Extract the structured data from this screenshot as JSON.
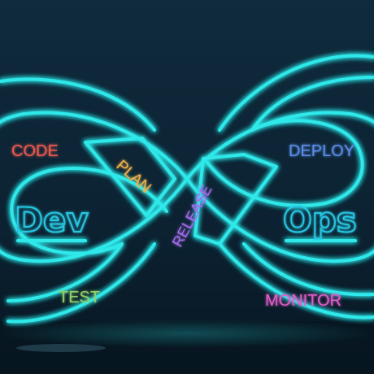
{
  "labels": {
    "code": "CODE",
    "plan": "PLAN",
    "release": "RELEASE",
    "deploy": "DEPLOY",
    "test": "TEST",
    "monitor": "MONITOR",
    "dev": "Dev",
    "ops": "Ops"
  },
  "colors": {
    "background_top": "#0f2a3c",
    "background_bottom": "#081824",
    "neon": "#2ee8ea",
    "code": "#ef5a4f",
    "plan": "#f2b24a",
    "release": "#a86cf0",
    "deploy": "#5b8de8",
    "test": "#8ed06a",
    "monitor": "#e05cc8",
    "dev": "#27c7e2",
    "ops": "#27c7e2"
  }
}
